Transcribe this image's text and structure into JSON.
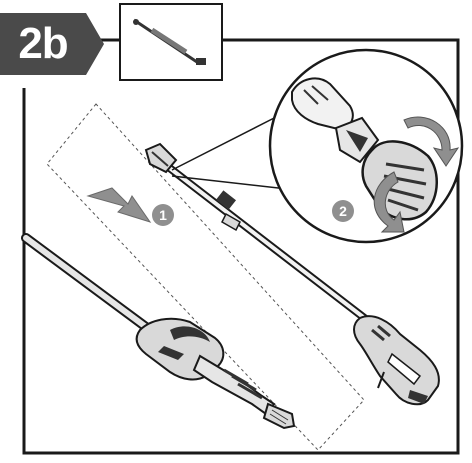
{
  "step": {
    "label": "2b"
  },
  "markers": [
    {
      "label": "1"
    },
    {
      "label": "2"
    }
  ],
  "colors": {
    "badge": "#4a4a4a",
    "outline": "#1a1a1a",
    "arrow": "#8f8f8f",
    "marker": "#8f8f8f",
    "tool_body": "#d9d9d9",
    "tool_dark": "#333333"
  },
  "icons": {
    "thumbnail": "pole-tool-thumbnail-icon",
    "direction": "insert-direction-arrow-icon",
    "rotate": "rotate-arrows-icon"
  }
}
